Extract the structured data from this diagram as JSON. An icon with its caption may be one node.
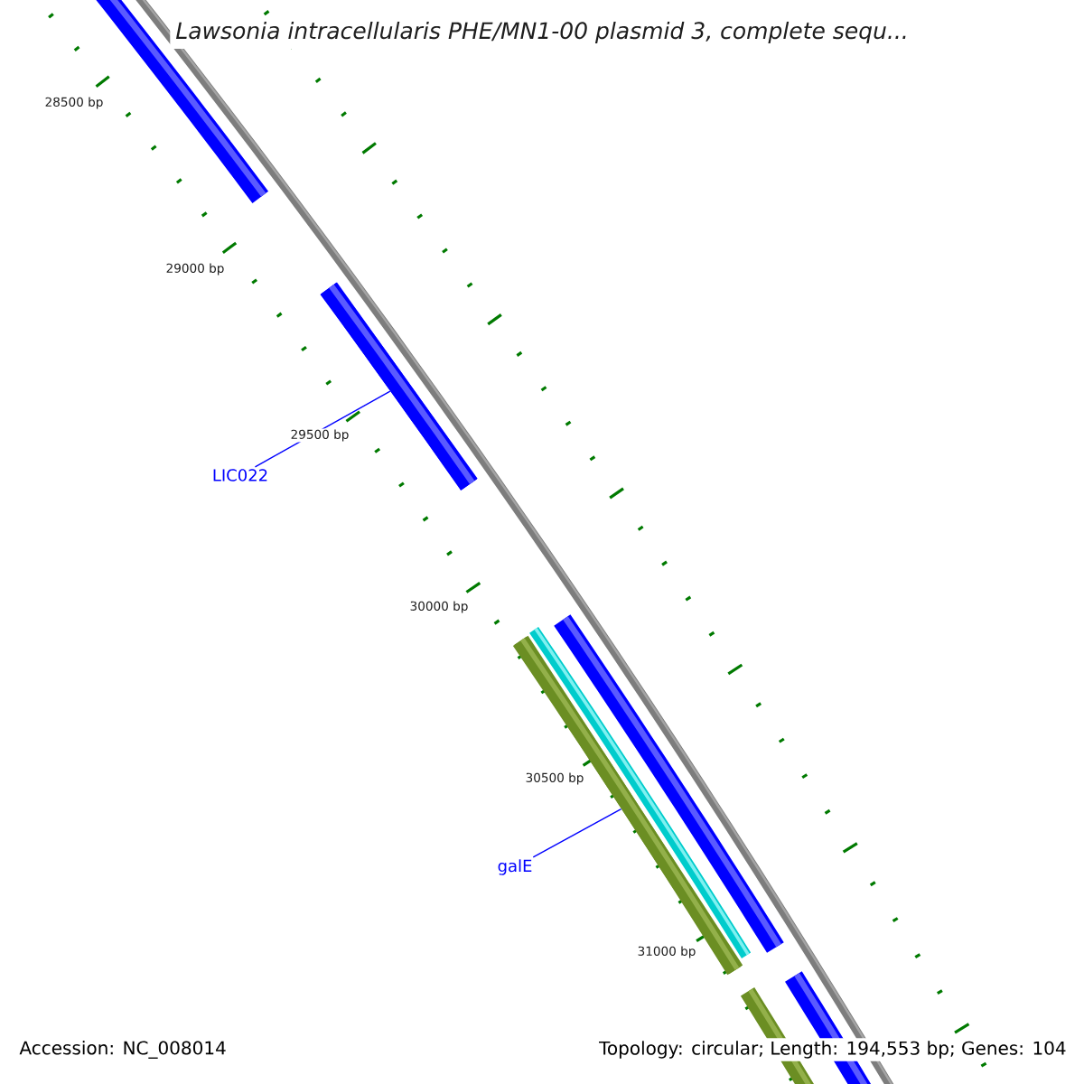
{
  "diagram": {
    "title": "Lawsonia intracellularis PHE/MN1-00 plasmid 3, complete sequ...",
    "nodes": [
      {
        "text": [
          "LIC022"
        ]
      },
      {
        "text": [],
        "shape": "bar"
      },
      {
        "text": [
          "galE"
        ]
      },
      {
        "text": [],
        "shape": "bar"
      }
    ],
    "edges": [
      {
        "from": 0,
        "to": 1,
        "arrow": "none"
      },
      {
        "from": 2,
        "to": 3,
        "arrow": "none"
      }
    ],
    "labels": [
      "28500 bp",
      "29000 bp",
      "29500 bp",
      "30000 bp",
      "30500 bp",
      "31000 bp",
      "Accession: NC_008014",
      "Topology: circular; Length: 194,553 bp; Genes: 104"
    ]
  }
}
